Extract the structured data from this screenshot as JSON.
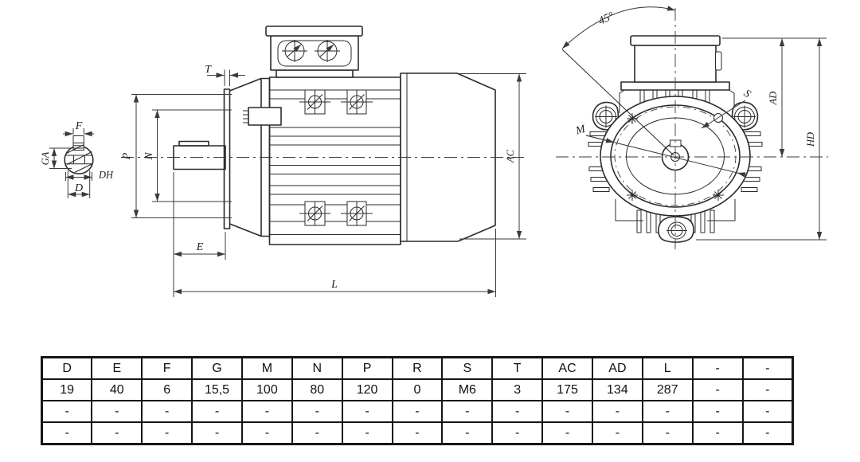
{
  "colors": {
    "line": "#2a2a2a",
    "dim": "#3a3a3a",
    "background": "#ffffff"
  },
  "drawing": {
    "shaft_section": {
      "f": "F",
      "ga": "GA",
      "dh": "DH",
      "d": "D"
    },
    "side_view": {
      "t": "T",
      "p": "P",
      "n": "N",
      "e": "E",
      "l": "L",
      "ac": "AC"
    },
    "front_view": {
      "angle": "45°",
      "m": "M",
      "s": "S",
      "ad": "AD",
      "hd": "HD"
    }
  },
  "table": {
    "headers": [
      "D",
      "E",
      "F",
      "G",
      "M",
      "N",
      "P",
      "R",
      "S",
      "T",
      "AC",
      "AD",
      "L",
      "-",
      "-"
    ],
    "rows": [
      [
        "19",
        "40",
        "6",
        "15,5",
        "100",
        "80",
        "120",
        "0",
        "M6",
        "3",
        "175",
        "134",
        "287",
        "-",
        "-"
      ],
      [
        "-",
        "-",
        "-",
        "-",
        "-",
        "-",
        "-",
        "-",
        "-",
        "-",
        "-",
        "-",
        "-",
        "-",
        "-"
      ],
      [
        "-",
        "-",
        "-",
        "-",
        "-",
        "-",
        "-",
        "-",
        "-",
        "-",
        "-",
        "-",
        "-",
        "-",
        "-"
      ]
    ]
  }
}
